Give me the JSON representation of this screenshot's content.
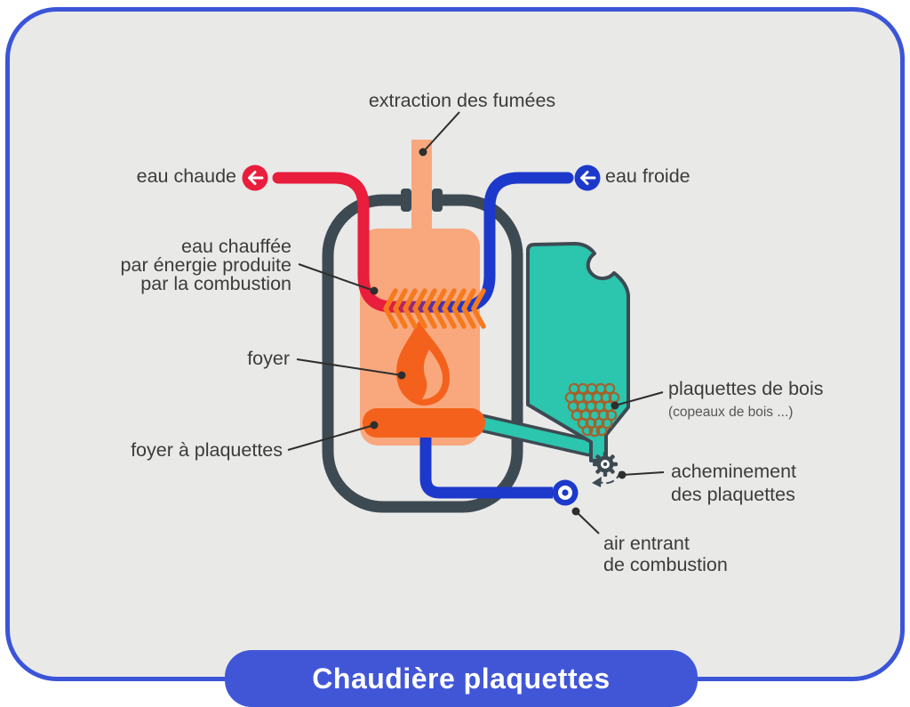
{
  "title": "Chaudière plaquettes",
  "labels": {
    "extraction": "extraction des fumées",
    "eau_chaude": "eau chaude",
    "eau_froide": "eau froide",
    "eau_chauffee_l1": "eau chauffée",
    "eau_chauffee_l2": "par énergie produite",
    "eau_chauffee_l3": "par la combustion",
    "foyer": "foyer",
    "foyer_plaquettes": "foyer à plaquettes",
    "plaquettes_bois": "plaquettes de bois",
    "plaquettes_bois_sub": "(copeaux de bois ...)",
    "acheminement_l1": "acheminement",
    "acheminement_l2": "des plaquettes",
    "air_l1": "air entrant",
    "air_l2": "de combustion"
  },
  "icons": {
    "hot_water": "arrow-left-circle-icon",
    "cold_water": "arrow-left-circle-icon",
    "fire": "flame-icon",
    "auger_drive": "gear-icon",
    "air_inlet": "target-circle-icon",
    "heat_transfer": "chevron-heat-icons"
  },
  "colors": {
    "card_background": "#e9e9e8",
    "card_border": "#3b55d8",
    "title_bar": "#4156d7",
    "pipe_red": "#e91d3c",
    "pipe_blue": "#1d39cb",
    "boiler_outline": "#3e4a52",
    "chamber_salmon": "#f9a87e",
    "burner_orange": "#f4611c",
    "chevron_orange": "#f57a1e",
    "hopper_teal": "#2cc5ae",
    "wood_chip_brown": "#a4622d",
    "label_text": "#3c3c3c"
  }
}
